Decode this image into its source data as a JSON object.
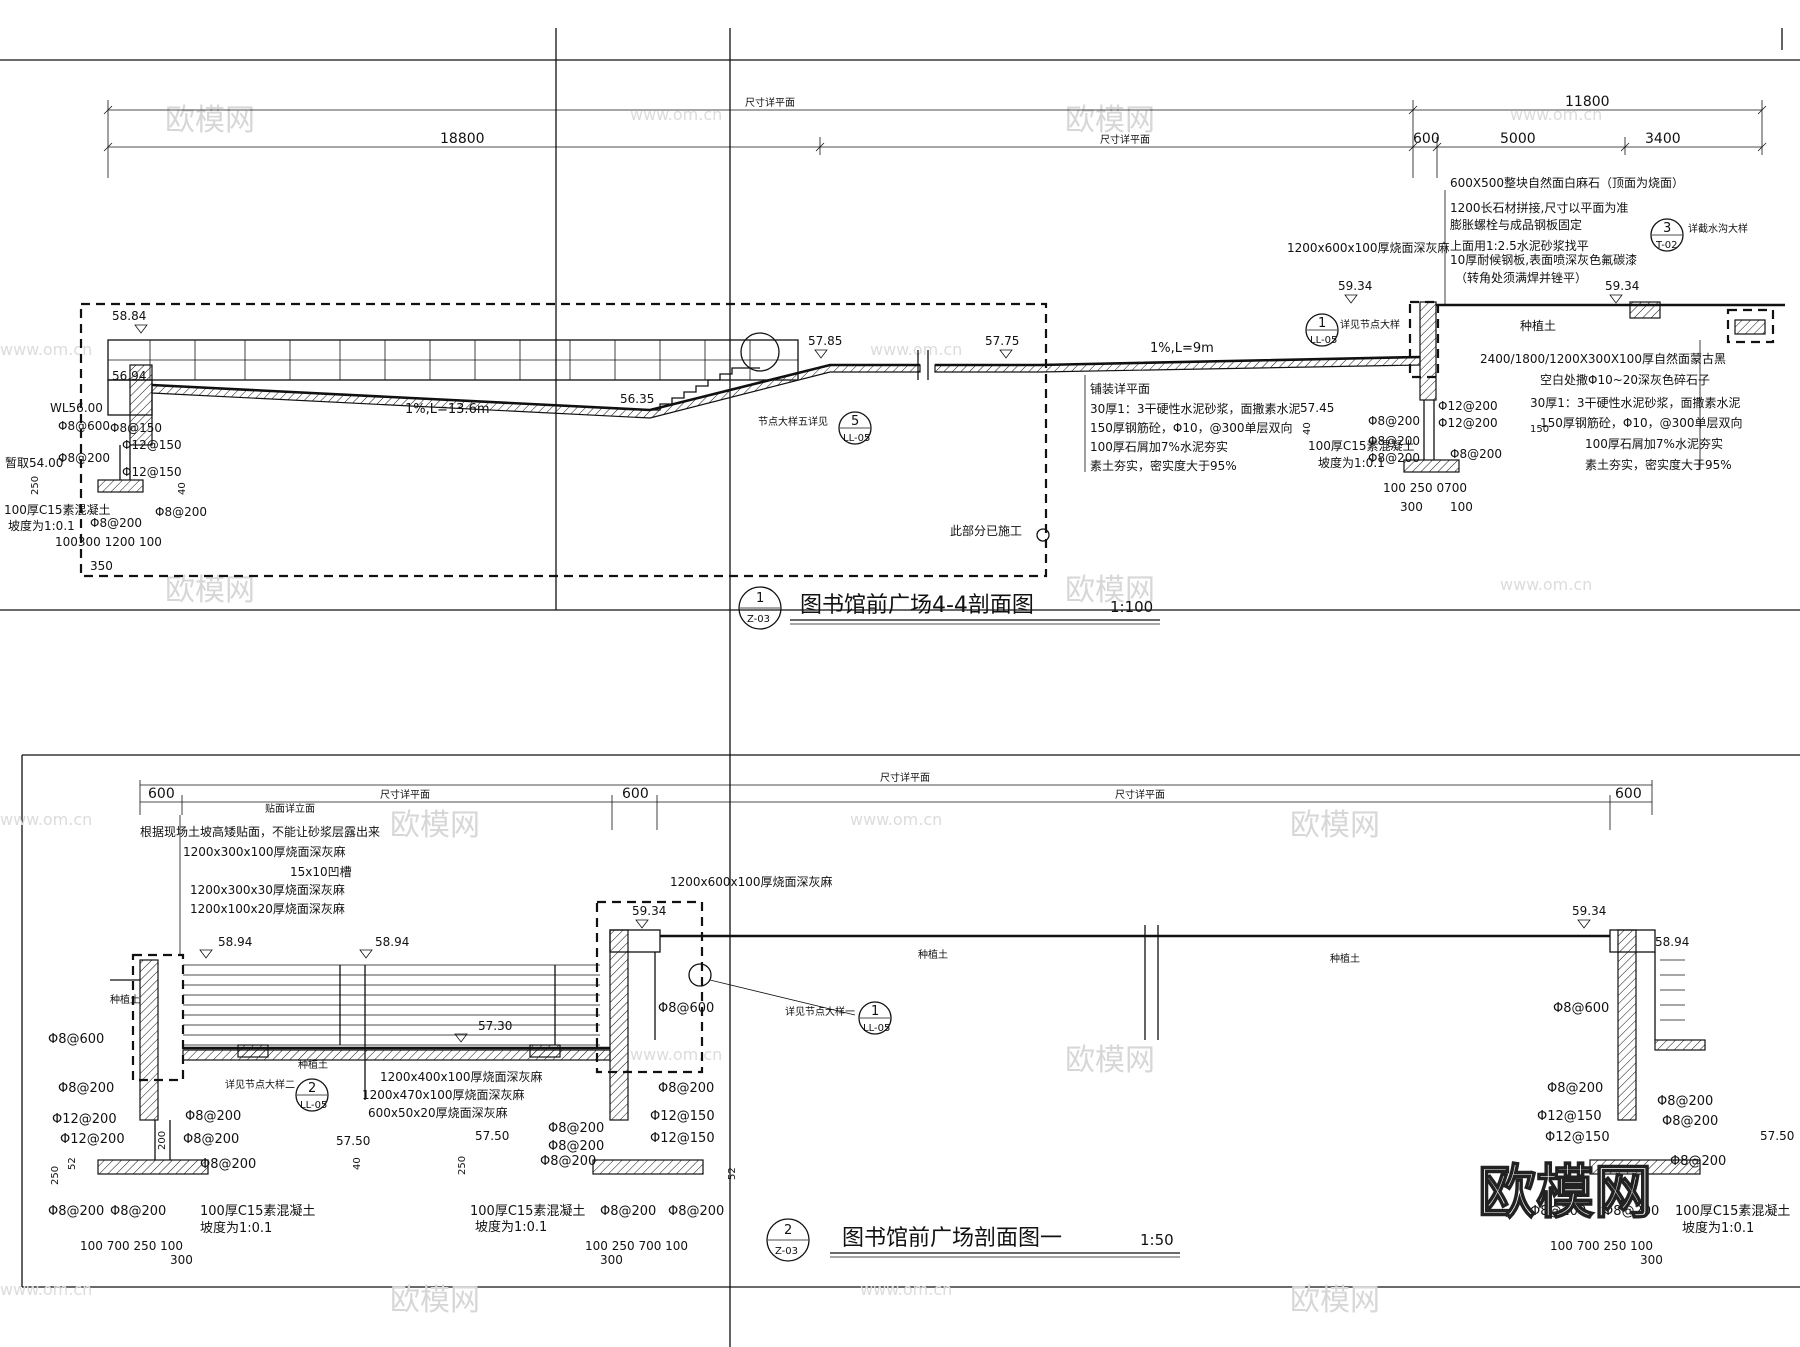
{
  "watermark": {
    "main": "欧模网",
    "site": "www.om.cn",
    "big": "欧模网"
  },
  "section1": {
    "title": "图书馆前广场4-4剖面图",
    "scale": "1:100",
    "bubble_top": "1",
    "bubble_bottom": "Z-03",
    "note_tag": "尺寸详平面",
    "dims": {
      "total_left": "18800",
      "total_right": "11800",
      "d600": "600",
      "d5000": "5000",
      "d3400": "3400"
    },
    "elevations": {
      "e5884": "58.84",
      "e5694": "56.94",
      "wl": "WL56.00",
      "e5400": "暂取54.00",
      "e5785": "57.85",
      "e5775": "57.75",
      "e5635": "56.35",
      "e5934a": "59.34",
      "e5934b": "59.34",
      "e5745": "57.45"
    },
    "slopes": {
      "left": "1%,L=13.6m",
      "right": "1%,L=9m"
    },
    "labels": {
      "stone_cap": "600X500整块自然面白麻石（顶面为烧面）",
      "joint1": "1200长石材拼接,尺寸以平面为准",
      "joint2": "膨胀螺栓与成品钢板固定",
      "joint3": "上面用1:2.5水泥砂浆找平",
      "joint4": "10厚耐候钢板,表面喷深灰色氟碳漆",
      "joint5": "（转角处须满焊并锉平）",
      "paving": "1200x600x100厚烧面深灰麻",
      "see_node": "详见节点大样",
      "drain_detail": "详截水沟大样",
      "plant_soil": "种植土",
      "node5": "节点大样五详见",
      "built": "此部分已施工"
    },
    "layers_left": [
      "铺装详平面",
      "30厚1：3干硬性水泥砂浆，面撒素水泥",
      "150厚钢筋砼，Φ10，@300单层双向",
      "100厚石屑加7%水泥夯实",
      "素土夯实，密实度大于95%"
    ],
    "layers_right": [
      "2400/1800/1200X300X100厚自然面蒙古黑",
      "空白处撒Φ10~20深灰色碎石子",
      "30厚1：3干硬性水泥砂浆，面撒素水泥",
      "150厚钢筋砼，Φ10，@300单层双向",
      "100厚石屑加7%水泥夯实",
      "素土夯实，密实度大于95%"
    ],
    "rebar_left": [
      "Φ8@600",
      "Φ8@150",
      "Φ8@200",
      "Φ12@150",
      "Φ12@150",
      "Φ8@200",
      "Φ8@200"
    ],
    "rebar_right": [
      "Φ8@200",
      "Φ12@200",
      "Φ12@200",
      "Φ8@200",
      "Φ8@200",
      "Φ8@200"
    ],
    "foot_left": {
      "concrete": "100厚C15素混凝土",
      "slope": "坡度为1:0.1",
      "dims": "100300 1200 100",
      "d350": "350",
      "d250": "250",
      "d40": "40"
    },
    "foot_right": {
      "dims": "100 250 0700",
      "d300": "300",
      "d100": "100",
      "d150": "150",
      "d40": "40",
      "slope": "坡度为1:0.1",
      "concrete": "100厚C15素混凝土"
    },
    "bubbles": {
      "b5": "5",
      "b5s": "LL-05",
      "b1": "1",
      "b1s": "LL-05",
      "b3": "3",
      "b3s": "T-02"
    }
  },
  "section2": {
    "title": "图书馆前广场剖面图一",
    "scale": "1:50",
    "bubble_top": "2",
    "bubble_bottom": "Z-03",
    "note_tag": "尺寸详平面",
    "dims": {
      "a": "600",
      "b": "600",
      "c": "600"
    },
    "labels": {
      "facade": "贴面详立面",
      "adjust": "根据现场土坡高矮贴面，不能让砂浆层露出来",
      "cap": "1200x300x100厚烧面深灰麻",
      "groove": "15x10凹槽",
      "l1": "1200x300x30厚烧面深灰麻",
      "l2": "1200x100x20厚烧面深灰麻",
      "top_paving": "1200x600x100厚烧面深灰麻",
      "step1": "1200x400x100厚烧面深灰麻",
      "step2": "1200x470x100厚烧面深灰麻",
      "step3": "600x50x20厚烧面深灰麻",
      "plant_soil_a": "种植土",
      "plant_soil_b": "种植土",
      "plant_soil_c": "种植土",
      "plant_soil_d": "种植土",
      "see_node2": "详见节点大样二",
      "see_node1": "详见节点大样一"
    },
    "elevations": {
      "e1": "58.94",
      "e2": "58.94",
      "e3": "57.30",
      "e4": "59.34",
      "e5": "57.50",
      "e6": "57.50",
      "e7": "59.34",
      "e8": "58.94",
      "e9": "57.50"
    },
    "rebar_a": [
      "Φ8@600",
      "Φ8@200",
      "Φ12@200",
      "Φ12@200",
      "Φ8@200",
      "Φ8@200",
      "Φ8@200",
      "Φ8@200"
    ],
    "rebar_b": [
      "Φ8@600",
      "Φ8@200",
      "Φ12@150",
      "Φ12@150",
      "Φ8@200",
      "Φ8@200",
      "Φ8@200",
      "Φ8@200",
      "Φ8@200"
    ],
    "rebar_c": [
      "Φ8@600",
      "Φ8@200",
      "Φ12@150",
      "Φ12@150",
      "Φ8@200",
      "Φ8@200",
      "Φ8@200",
      "Φ8@200",
      "Φ8@200"
    ],
    "foot": {
      "concrete": "100厚C15素混凝土",
      "slope": "坡度为1:0.1",
      "dims_a": "100 700 250 100",
      "dims_b": "100 250 700 100",
      "d300": "300",
      "d250": "250",
      "d52": "52",
      "d40": "40",
      "d200": "200"
    },
    "bubbles": {
      "b2": "2",
      "b2s": "LL-05",
      "b1": "1",
      "b1s": "LL-05"
    }
  }
}
